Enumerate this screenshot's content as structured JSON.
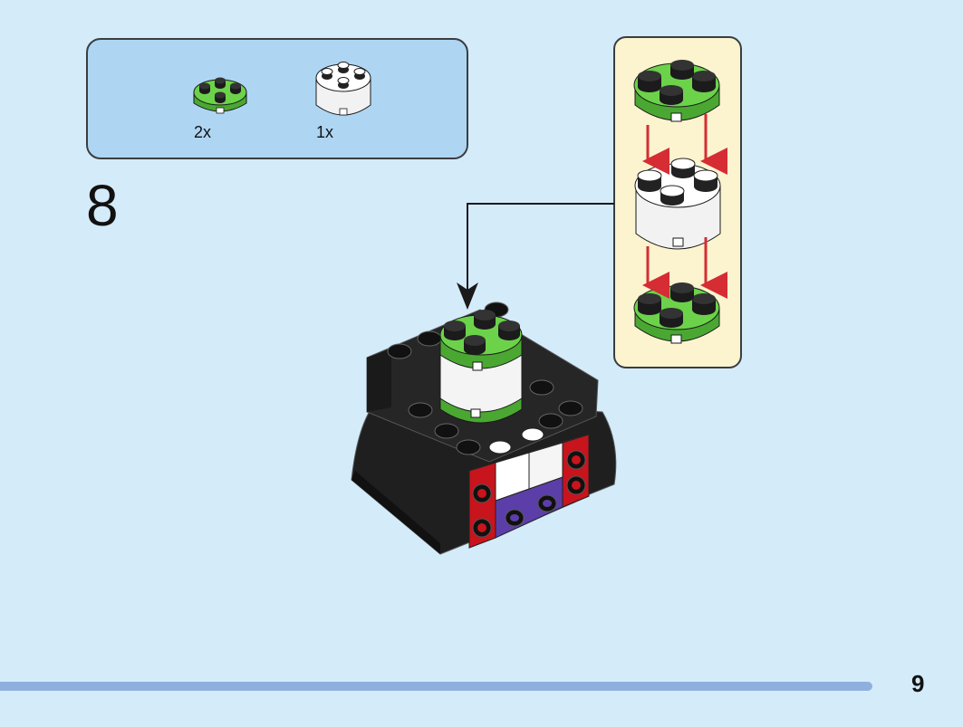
{
  "parts_list": {
    "items": [
      {
        "icon": "green-round-plate-icon",
        "quantity": "2x",
        "color": "#5ac83c"
      },
      {
        "icon": "white-round-brick-icon",
        "quantity": "1x",
        "color": "#ffffff"
      }
    ]
  },
  "step": {
    "number": "8"
  },
  "colors": {
    "page_bg": "#d4ebfa",
    "parts_panel": "#aed6f3",
    "callout_panel": "#fcf3cf",
    "arrow_red": "#d62c34",
    "progress_bar": "#8fb0dd"
  },
  "progress": {
    "fraction": 0.906
  },
  "page": {
    "number": "9"
  }
}
